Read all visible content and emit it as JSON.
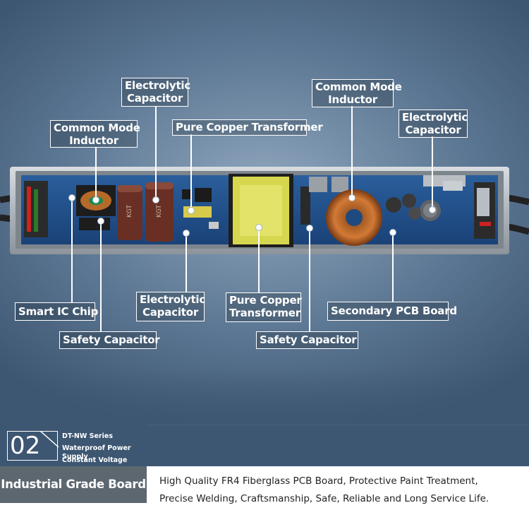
{
  "callouts": {
    "electrolytic_capacitor_top_left": [
      "Electrolytic",
      "Capacitor"
    ],
    "common_mode_inductor_left": [
      "Common Mode",
      "Inductor"
    ],
    "pure_copper_transformer_top": "Pure Copper Transformer",
    "common_mode_inductor_right": [
      "Common Mode",
      "Inductor"
    ],
    "electrolytic_capacitor_top_right": [
      "Electrolytic",
      "Capacitor"
    ],
    "smart_ic_chip": "Smart IC Chip",
    "safety_capacitor_left": "Safety Capacitor",
    "electrolytic_capacitor_bottom": [
      "Electrolytic",
      "Capacitor"
    ],
    "pure_copper_transformer_bottom": [
      "Pure Copper",
      "Transformer"
    ],
    "safety_capacitor_right": "Safety Capacitor",
    "secondary_pcb_board": "Secondary PCB Board"
  },
  "badge": {
    "number": "02",
    "series": "DT-NW Series",
    "product": "Waterproof Power Supply",
    "mode": "Constant Voltage",
    "title": "Industrial Grade Board"
  },
  "description": {
    "line1": "High Quality FR4 Fiberglass PCB Board, Protective Paint Treatment,",
    "line2": "Precise Welding, Craftsmanship, Safe, Reliable and Long Service Life."
  },
  "colors": {
    "background": "#5d7894",
    "board": "#1f4f8a",
    "badge": "#3d5672",
    "title_bar": "#5d6770"
  }
}
